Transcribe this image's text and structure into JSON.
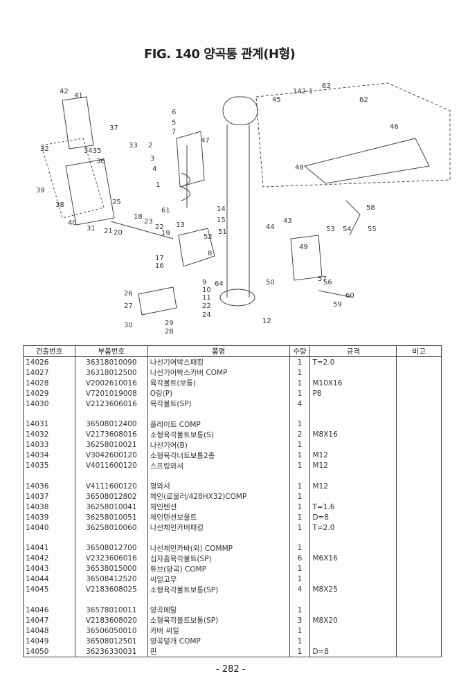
{
  "title": "FIG. 140 양곡통 관계(H형)",
  "callouts": [
    "42",
    "41",
    "37",
    "33",
    "3435",
    "36",
    "32",
    "39",
    "38",
    "40",
    "31",
    "25",
    "21",
    "20",
    "18",
    "23",
    "22",
    "19",
    "6",
    "5",
    "7",
    "47",
    "2",
    "3",
    "4",
    "1",
    "61",
    "14",
    "15",
    "13",
    "52",
    "51",
    "8",
    "17",
    "16",
    "9",
    "10",
    "11",
    "22",
    "24",
    "64",
    "26",
    "27",
    "30",
    "29",
    "28",
    "45",
    "142-1",
    "63",
    "62",
    "46",
    "48",
    "44",
    "43",
    "50",
    "12",
    "58",
    "53",
    "54",
    "55",
    "49",
    "57",
    "56",
    "60",
    "59"
  ],
  "table": {
    "headers": [
      "건출번호",
      "부품번호",
      "품명",
      "수량",
      "규격",
      "비고"
    ],
    "rows": [
      [
        "14026",
        "36318010090",
        "나선기어박스패킹",
        "1",
        "T=2.0",
        ""
      ],
      [
        "14027",
        "36318012500",
        "나선기어박스카버 COMP",
        "1",
        "",
        ""
      ],
      [
        "14028",
        "V2002610016",
        "육각볼트(보통)",
        "1",
        "M10X16",
        ""
      ],
      [
        "14029",
        "V7201019008",
        "O링(P)",
        "1",
        "P8",
        ""
      ],
      [
        "14030",
        "V2123606016",
        "육각볼트(SP)",
        "4",
        "",
        ""
      ],
      [
        "",
        "",
        "",
        "",
        "",
        ""
      ],
      [
        "14031",
        "36508012400",
        "플레이트 COMP",
        "1",
        "",
        ""
      ],
      [
        "14032",
        "V2173608016",
        "소형육각볼트보통(S)",
        "2",
        "M8X16",
        ""
      ],
      [
        "14033",
        "36258010021",
        "나선기어(B)",
        "1",
        "",
        ""
      ],
      [
        "14034",
        "V3042600120",
        "소형육각너트보통2종",
        "1",
        "M12",
        ""
      ],
      [
        "14035",
        "V4011600120",
        "스프링와셔",
        "1",
        "M12",
        ""
      ],
      [
        "",
        "",
        "",
        "",
        "",
        ""
      ],
      [
        "14036",
        "V4111600120",
        "평와셔",
        "1",
        "M12",
        ""
      ],
      [
        "14037",
        "36508012802",
        "체인(로울러/428HX32)COMP",
        "1",
        "",
        ""
      ],
      [
        "14038",
        "36258010041",
        "체인텐션",
        "1",
        "T=1.6",
        ""
      ],
      [
        "14039",
        "36258010051",
        "체인텐션보울트",
        "1",
        "D=8",
        ""
      ],
      [
        "14040",
        "36258010060",
        "나선체인카버패킹",
        "1",
        "T=2.0",
        ""
      ],
      [
        "",
        "",
        "",
        "",
        "",
        ""
      ],
      [
        "14041",
        "36508012700",
        "나선체인카바(외) COMMP",
        "1",
        "",
        ""
      ],
      [
        "14042",
        "V2323606016",
        "십자홈육각볼트(SP)",
        "6",
        "M6X16",
        ""
      ],
      [
        "14043",
        "36538015000",
        "튜브(양곡) COMP",
        "1",
        "",
        ""
      ],
      [
        "14044",
        "36508412520",
        "씨일고무",
        "1",
        "",
        ""
      ],
      [
        "14045",
        "V2183608025",
        "소형육각볼트보통(SP)",
        "4",
        "M8X25",
        ""
      ],
      [
        "",
        "",
        "",
        "",
        "",
        ""
      ],
      [
        "14046",
        "36578010011",
        "양곡메탈",
        "1",
        "",
        ""
      ],
      [
        "14047",
        "V2183608020",
        "소형육각볼트보통(SP)",
        "3",
        "M8X20",
        ""
      ],
      [
        "14048",
        "36506050010",
        "카버 씨일",
        "1",
        "",
        ""
      ],
      [
        "14049",
        "36508012501",
        "양곡덮개 COMP",
        "1",
        "",
        ""
      ],
      [
        "14050",
        "36236330031",
        "핀",
        "1",
        "D=8",
        ""
      ]
    ]
  },
  "page_number": "- 282 -"
}
